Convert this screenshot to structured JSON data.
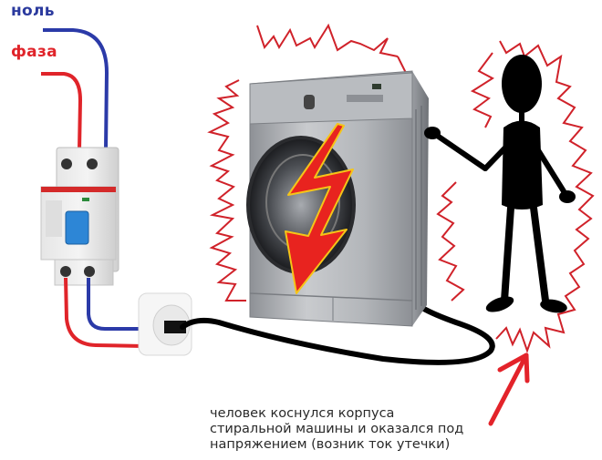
{
  "labels": {
    "neutral": "ноль",
    "phase": "фаза"
  },
  "caption": {
    "lines": [
      "человек коснулся корпуса",
      "стиральной машины и оказался под",
      "напряжением (возник ток утечки)"
    ]
  },
  "colors": {
    "neutral_wire": "#2b3aa8",
    "phase_wire": "#e0242a",
    "shock_outline": "#d0222a",
    "arrow": "#e3232a",
    "bolt_fill": "#e8231f",
    "bolt_outline": "#f5c518",
    "figure": "#000000",
    "cable": "#000000",
    "washer_body": "#a9acb0"
  },
  "elements": {
    "breaker": "rcd-circuit-breaker",
    "socket": "wall-socket",
    "appliance": "washing-machine",
    "person": "stick-figure-person"
  }
}
